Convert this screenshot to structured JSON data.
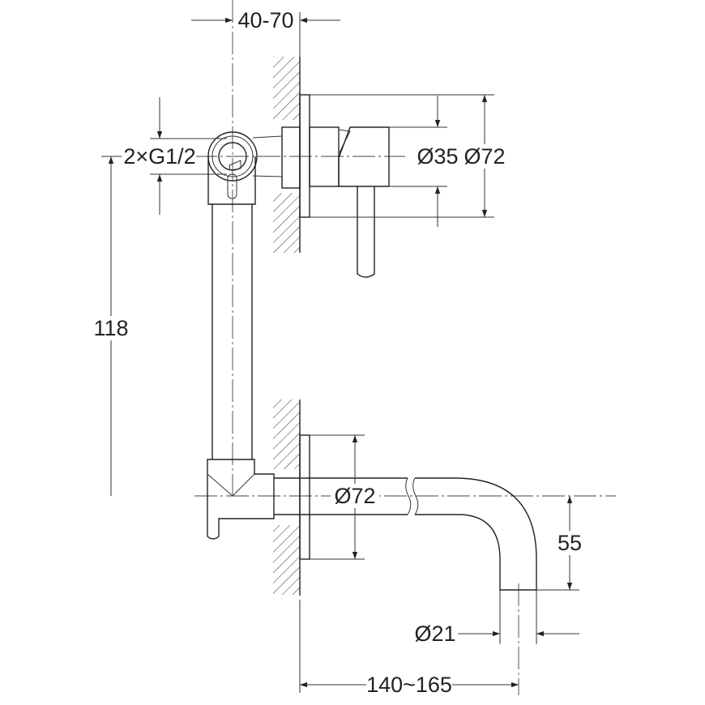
{
  "drawing": {
    "title": "Wall-mounted mixer with spout - dimension drawing",
    "dimensions": {
      "wall_depth": "40-70",
      "connection": "2×G1/2",
      "height": "118",
      "handle_diameter": "Ø35",
      "flange_diameter_top": "Ø72",
      "flange_diameter_bottom": "Ø72",
      "spout_drop": "55",
      "spout_diameter": "Ø21",
      "spout_projection": "140~165"
    }
  }
}
